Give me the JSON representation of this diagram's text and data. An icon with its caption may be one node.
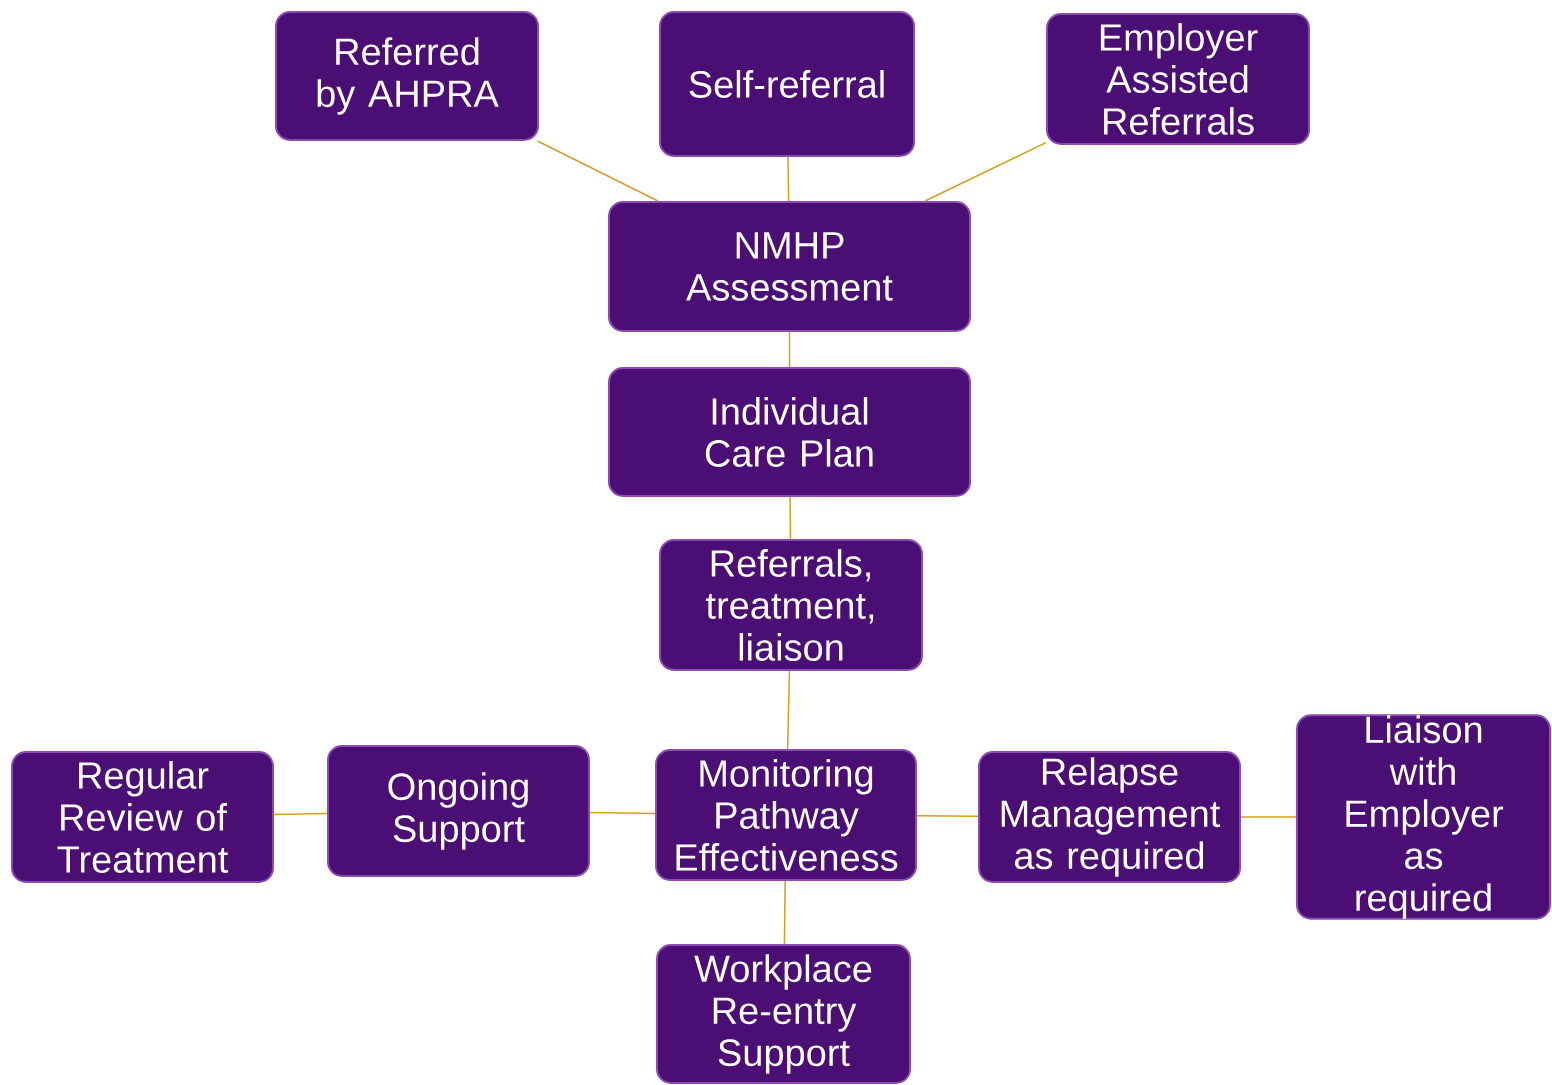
{
  "diagram": {
    "nodes": [
      {
        "text": [
          "Referred by AHPRA"
        ]
      },
      {
        "text": [
          "Self-referral"
        ]
      },
      {
        "text": [
          "Employer Assisted Referrals"
        ]
      },
      {
        "text": [
          "NMHP Assessment"
        ]
      },
      {
        "text": [
          "Individual Care Plan"
        ]
      },
      {
        "text": [
          "Referrals, treatment, liaison"
        ]
      },
      {
        "text": [
          "Regular Review of Treatment"
        ]
      },
      {
        "text": [
          "Ongoing Support"
        ]
      },
      {
        "text": [
          "Monitoring Pathway Effectiveness"
        ]
      },
      {
        "text": [
          "Relapse Management as required"
        ]
      },
      {
        "text": [
          "Liaison with Employer as required"
        ]
      },
      {
        "text": [
          "Workplace Re-entry Support"
        ]
      }
    ],
    "edges": [
      {
        "from": 0,
        "to": 3,
        "arrow": "none"
      },
      {
        "from": 1,
        "to": 3,
        "arrow": "none"
      },
      {
        "from": 2,
        "to": 3,
        "arrow": "none"
      },
      {
        "from": 3,
        "to": 4,
        "arrow": "none"
      },
      {
        "from": 4,
        "to": 5,
        "arrow": "none"
      },
      {
        "from": 5,
        "to": 8,
        "arrow": "none"
      },
      {
        "from": 8,
        "to": 7,
        "arrow": "none"
      },
      {
        "from": 7,
        "to": 6,
        "arrow": "none"
      },
      {
        "from": 8,
        "to": 9,
        "arrow": "none"
      },
      {
        "from": 9,
        "to": 10,
        "arrow": "none"
      },
      {
        "from": 8,
        "to": 11,
        "arrow": "none"
      }
    ]
  }
}
